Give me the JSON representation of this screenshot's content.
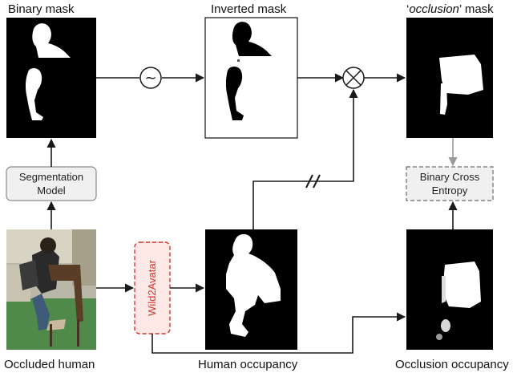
{
  "captions": {
    "binary_mask": "Binary mask",
    "inverted_mask": "Inverted mask",
    "occlusion_mask_quote_open": "‘",
    "occlusion_mask_italic": "occlusion",
    "occlusion_mask_rest": "’ mask",
    "occluded_human": "Occluded human",
    "human_occupancy": "Human occupancy",
    "occlusion_occupancy": "Occlusion occupancy"
  },
  "boxes": {
    "segmentation_line1": "Segmentation",
    "segmentation_line2": "Model",
    "bce_line1": "Binary Cross",
    "bce_line2": "Entropy",
    "wild2avatar": "Wild2Avatar"
  },
  "operators": {
    "invert_symbol": "~"
  },
  "colors": {
    "wild2avatar_border": "#d8342c",
    "wild2avatar_fill": "#fde8e6",
    "box_fill": "#f0f0f0",
    "arrow": "#1a1a1a",
    "grey_arrow": "#9a9a9a"
  }
}
